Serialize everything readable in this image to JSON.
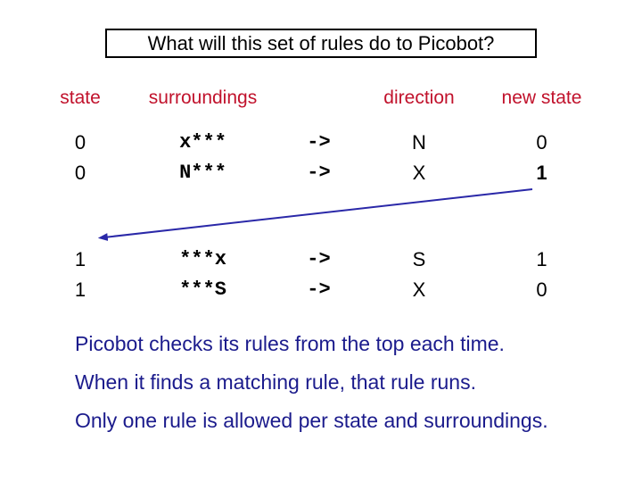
{
  "title_box": {
    "text": "What will this set of rules do to Picobot?"
  },
  "colors": {
    "header_text": "#c1122c",
    "notes_text": "#1b1b8c",
    "arrow": "#2a28a8",
    "rule_text": "#000000",
    "title_text": "#000000",
    "background": "#ffffff"
  },
  "rules_table": {
    "headers": [
      "state",
      "surroundings",
      "direction",
      "new state"
    ],
    "rows": [
      {
        "state": "0",
        "surroundings": "x***",
        "arrow": "->",
        "direction": "N",
        "new_state": "0",
        "new_state_bold": false
      },
      {
        "state": "0",
        "surroundings": "N***",
        "arrow": "->",
        "direction": "X",
        "new_state": "1",
        "new_state_bold": true
      },
      {
        "state": "1",
        "surroundings": "***x",
        "arrow": "->",
        "direction": "S",
        "new_state": "1",
        "new_state_bold": false
      },
      {
        "state": "1",
        "surroundings": "***S",
        "arrow": "->",
        "direction": "X",
        "new_state": "0",
        "new_state_bold": false
      }
    ]
  },
  "annotation": {
    "icon": "left-arrow"
  },
  "notes": [
    "Picobot checks its rules from the top each time.",
    "When it finds a matching rule, that rule runs.",
    "Only one rule is allowed per state and surroundings."
  ]
}
